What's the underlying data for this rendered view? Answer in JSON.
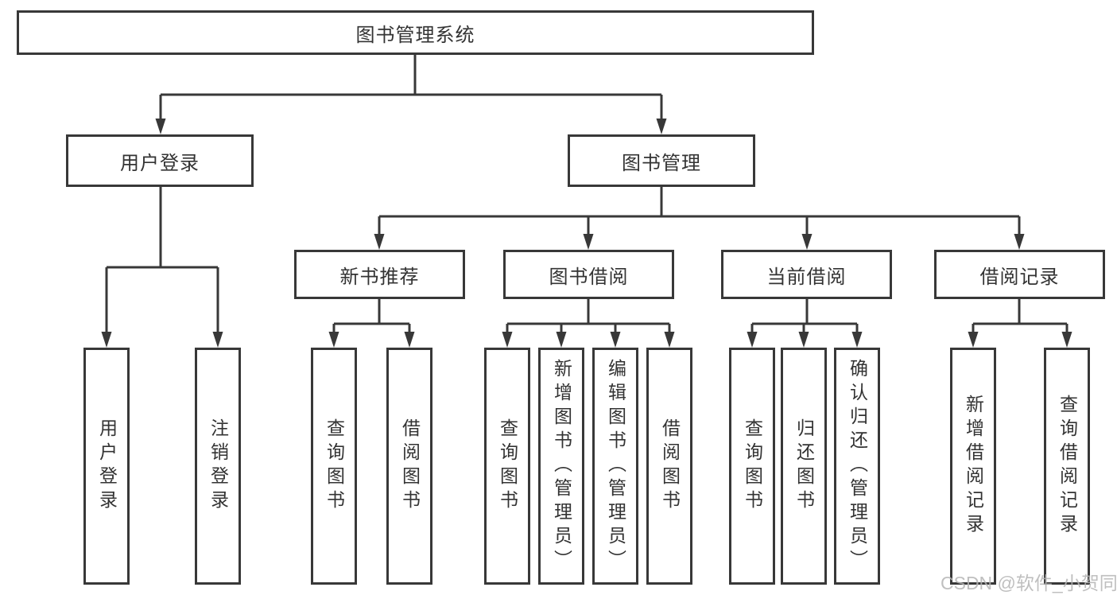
{
  "colors": {
    "line": "#383838",
    "text": "#333333",
    "watermark": "#b5b5b5",
    "background": "#ffffff"
  },
  "diagram": {
    "root": "图书管理系统",
    "branches": {
      "userLogin": "用户登录",
      "bookMgmt": "图书管理"
    },
    "modules": {
      "newBookRec": "新书推荐",
      "bookBorrow": "图书借阅",
      "currentBorrow": "当前借阅",
      "borrowRecord": "借阅记录"
    },
    "leaves": {
      "userLogin": "用户登录",
      "logout": "注销登录",
      "recQueryBook": "查询图书",
      "recBorrowBook": "借阅图书",
      "borrowQueryBook": "查询图书",
      "addBookAdmin": "新增图书（管理员）",
      "editBookAdmin": "编辑图书（管理员）",
      "borrowBook": "借阅图书",
      "curQueryBook": "查询图书",
      "returnBook": "归还图书",
      "confirmReturnAdmin": "确认归还（管理员）",
      "addBorrowRecord": "新增借阅记录",
      "queryBorrowRecord": "查询借阅记录"
    },
    "watermark": "CSDN @软件_小贺同学"
  }
}
